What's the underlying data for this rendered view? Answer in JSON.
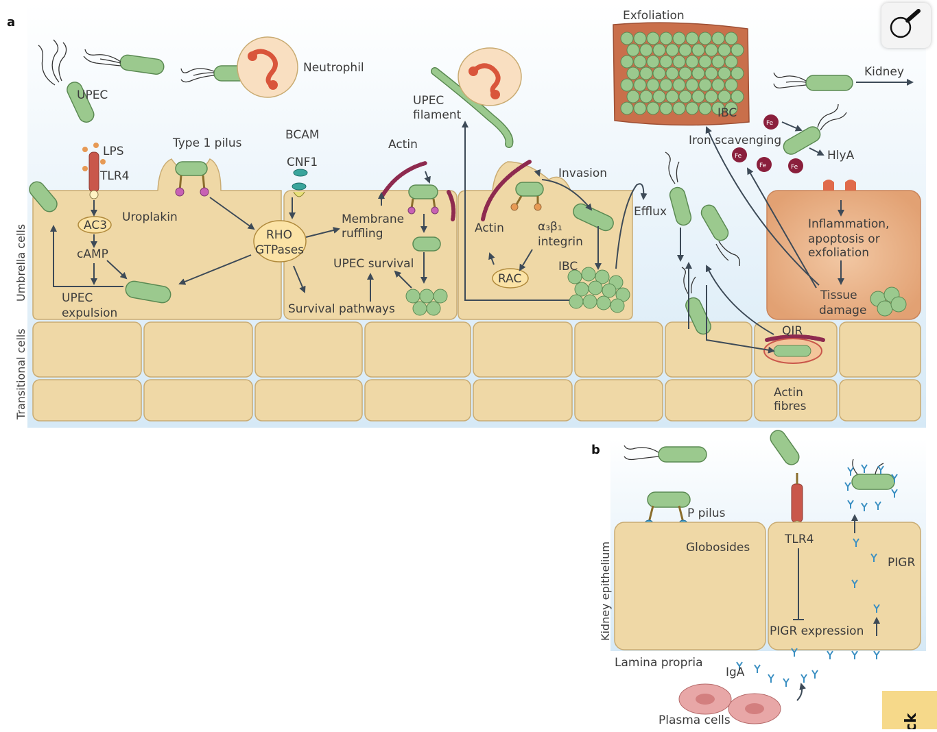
{
  "panel_a": "a",
  "panel_b": "b",
  "side_labels": {
    "umbrella": "Umbrella cells",
    "transitional": "Transitional cells",
    "kidney": "Kidney epithelium"
  },
  "labels": {
    "upec": "UPEC",
    "neutrophil": "Neutrophil",
    "upec_filament_1": "UPEC",
    "upec_filament_2": "filament",
    "exfoliation": "Exfoliation",
    "ibc_top": "IBC",
    "kidney": "Kidney",
    "iron": "Iron scavenging",
    "hlya": "HlyA",
    "fe": "Fe",
    "lps": "LPS",
    "tlr4": "TLR4",
    "type1": "Type 1 pilus",
    "uroplakin": "Uroplakin",
    "ac3": "AC3",
    "camp": "cAMP",
    "expulsion_1": "UPEC",
    "expulsion_2": "expulsion",
    "bcam": "BCAM",
    "cnf1": "CNF1",
    "rho_1": "RHO",
    "rho_2": "GTPases",
    "membrane_1": "Membrane",
    "membrane_2": "ruffling",
    "actin": "Actin",
    "survival": "UPEC survival",
    "pathways": "Survival pathways",
    "invasion": "Invasion",
    "actin2": "Actin",
    "integrin_1": "α₃β₁",
    "integrin_2": "integrin",
    "ibc_mid": "IBC",
    "rac": "RAC",
    "efflux": "Efflux",
    "inflam_1": "Inflammation,",
    "inflam_2": "apoptosis or",
    "inflam_3": "exfoliation",
    "tissue_1": "Tissue",
    "tissue_2": "damage",
    "qir": "QIR",
    "actinf_1": "Actin",
    "actinf_2": "fibres",
    "ppilus": "P pilus",
    "globosides": "Globosides",
    "tlr4b": "TLR4",
    "pigr": "PIGR",
    "pigr_expr": "PIGR expression",
    "lamina": "Lamina propria",
    "iga": "IgA",
    "plasma": "Plasma cells"
  },
  "ui": {
    "zoom_icon": "magnifier-icon",
    "feedback_label": "ck"
  },
  "colors": {
    "cell_fill": "#efd8a6",
    "cell_stroke": "#c9ab72",
    "bacteria": "#9bc98e",
    "bacteria_stroke": "#5b8a53",
    "arrow": "#3d4a57",
    "sky": "#dcecf7",
    "tissue": "#e7a57a",
    "receptor": "#c9574b"
  }
}
